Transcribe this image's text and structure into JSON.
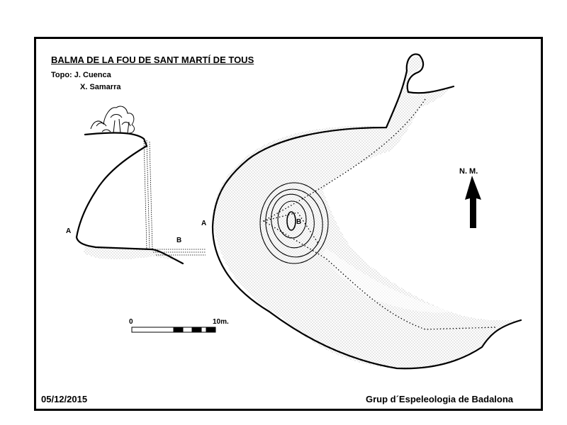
{
  "title": "BALMA DE LA FOU DE SANT MARTÍ DE TOUS",
  "topo_label": "Topo: J. Cuenca",
  "topo_second": "X. Samarra",
  "date": "05/12/2015",
  "organization": "Grup d´Espeleologia de Badalona",
  "north_label": "N. M.",
  "scale": {
    "start": "0",
    "end": "10m."
  },
  "section_labels": {
    "a": "A",
    "b": "B"
  },
  "plan_labels": {
    "a": "A",
    "b": "B"
  },
  "colors": {
    "ink": "#000000",
    "paper": "#ffffff",
    "stipple": "#8a8a8a"
  }
}
